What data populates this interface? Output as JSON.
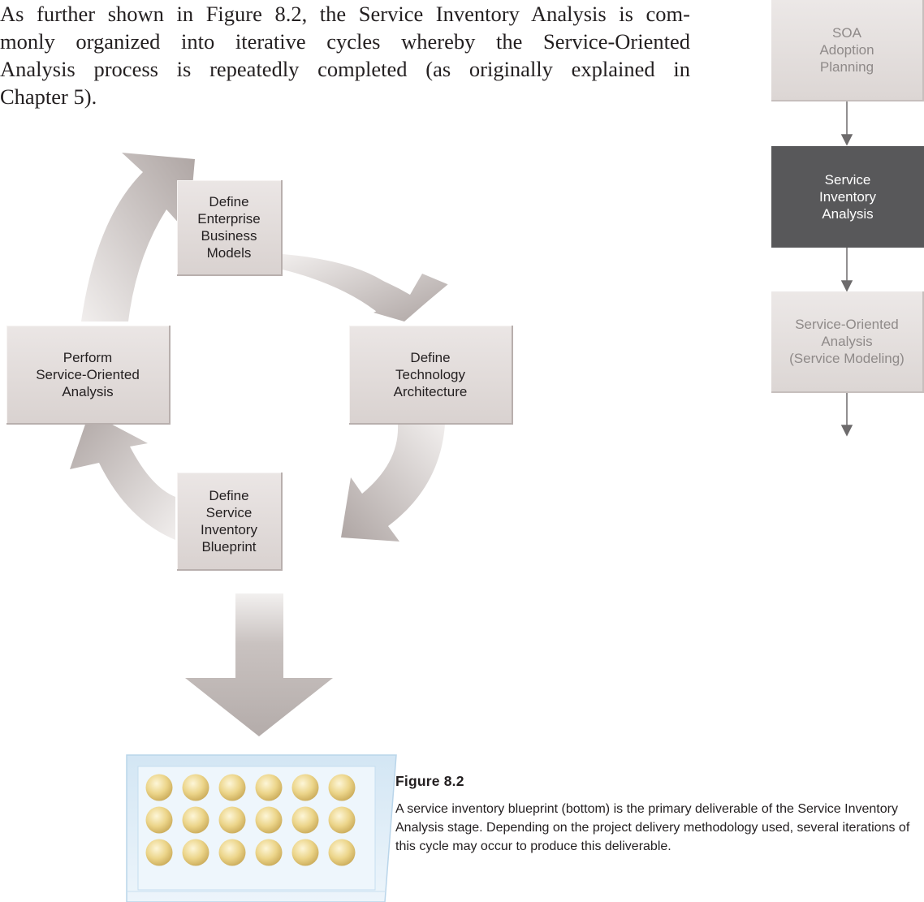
{
  "intro": {
    "lines": [
      "As further shown in Figure 8.2, the Service Inventory Analysis is com-",
      "monly organized into iterative cycles whereby the Service-Oriented",
      "Analysis process is repeatedly completed (as originally explained in",
      "Chapter 5)."
    ]
  },
  "cycle": {
    "top": "Define\nEnterprise\nBusiness\nModels",
    "right": "Define\nTechnology\nArchitecture",
    "bottom": "Define\nService\nInventory\nBlueprint",
    "left": "Perform\nService-Oriented\nAnalysis"
  },
  "sidebar": {
    "items": [
      {
        "label": "SOA\nAdoption\nPlanning",
        "state": "inactive"
      },
      {
        "label": "Service\nInventory\nAnalysis",
        "state": "active"
      },
      {
        "label": "Service-Oriented\nAnalysis\n(Service Modeling)",
        "state": "inactive"
      }
    ]
  },
  "caption": {
    "title": "Figure 8.2",
    "body": "A service inventory blueprint (bottom) is the primary deliverable of the Service Inventory Analysis stage. Depending on the project delivery methodology used, several iterations of this cycle may occur to produce this deliverable."
  },
  "colors": {
    "box_fill": "#e2dcdb",
    "active_fill": "#58585a",
    "arrow": "#b5adab",
    "sphere": "#e8cf7c",
    "container": "#dcebf6"
  },
  "icons": {
    "blueprint": "service-inventory-blueprint-icon",
    "sphere": "service-sphere-icon",
    "cycle_arrow": "curved-arrow-icon",
    "down_arrow": "down-arrow-icon"
  }
}
